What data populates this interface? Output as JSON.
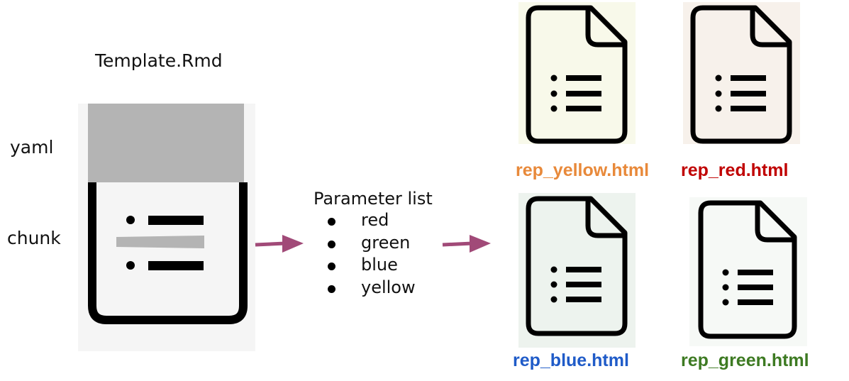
{
  "template": {
    "filename": "Template.Rmd"
  },
  "side_labels": {
    "yaml": "yaml",
    "chunk": "chunk"
  },
  "parameters": {
    "title": "Parameter list",
    "items": [
      "red",
      "green",
      "blue",
      "yellow"
    ]
  },
  "outputs": {
    "yellow": {
      "filename": "rep_yellow.html",
      "color": "#E8893A",
      "bg": "#F8F9EA"
    },
    "red": {
      "filename": "rep_red.html",
      "color": "#C00000",
      "bg": "#F7F1EB"
    },
    "blue": {
      "filename": "rep_blue.html",
      "color": "#1F5BC8",
      "bg": "#EDF3EE"
    },
    "green": {
      "filename": "rep_green.html",
      "color": "#3D7A22",
      "bg": "#F6F9F6"
    }
  },
  "colors": {
    "arrow": "#A14A78",
    "yaml_block": "#B4B4B4",
    "template_bg": "#F5F5F5"
  },
  "icons": [
    "document-list-icon",
    "right-arrow-icon"
  ]
}
